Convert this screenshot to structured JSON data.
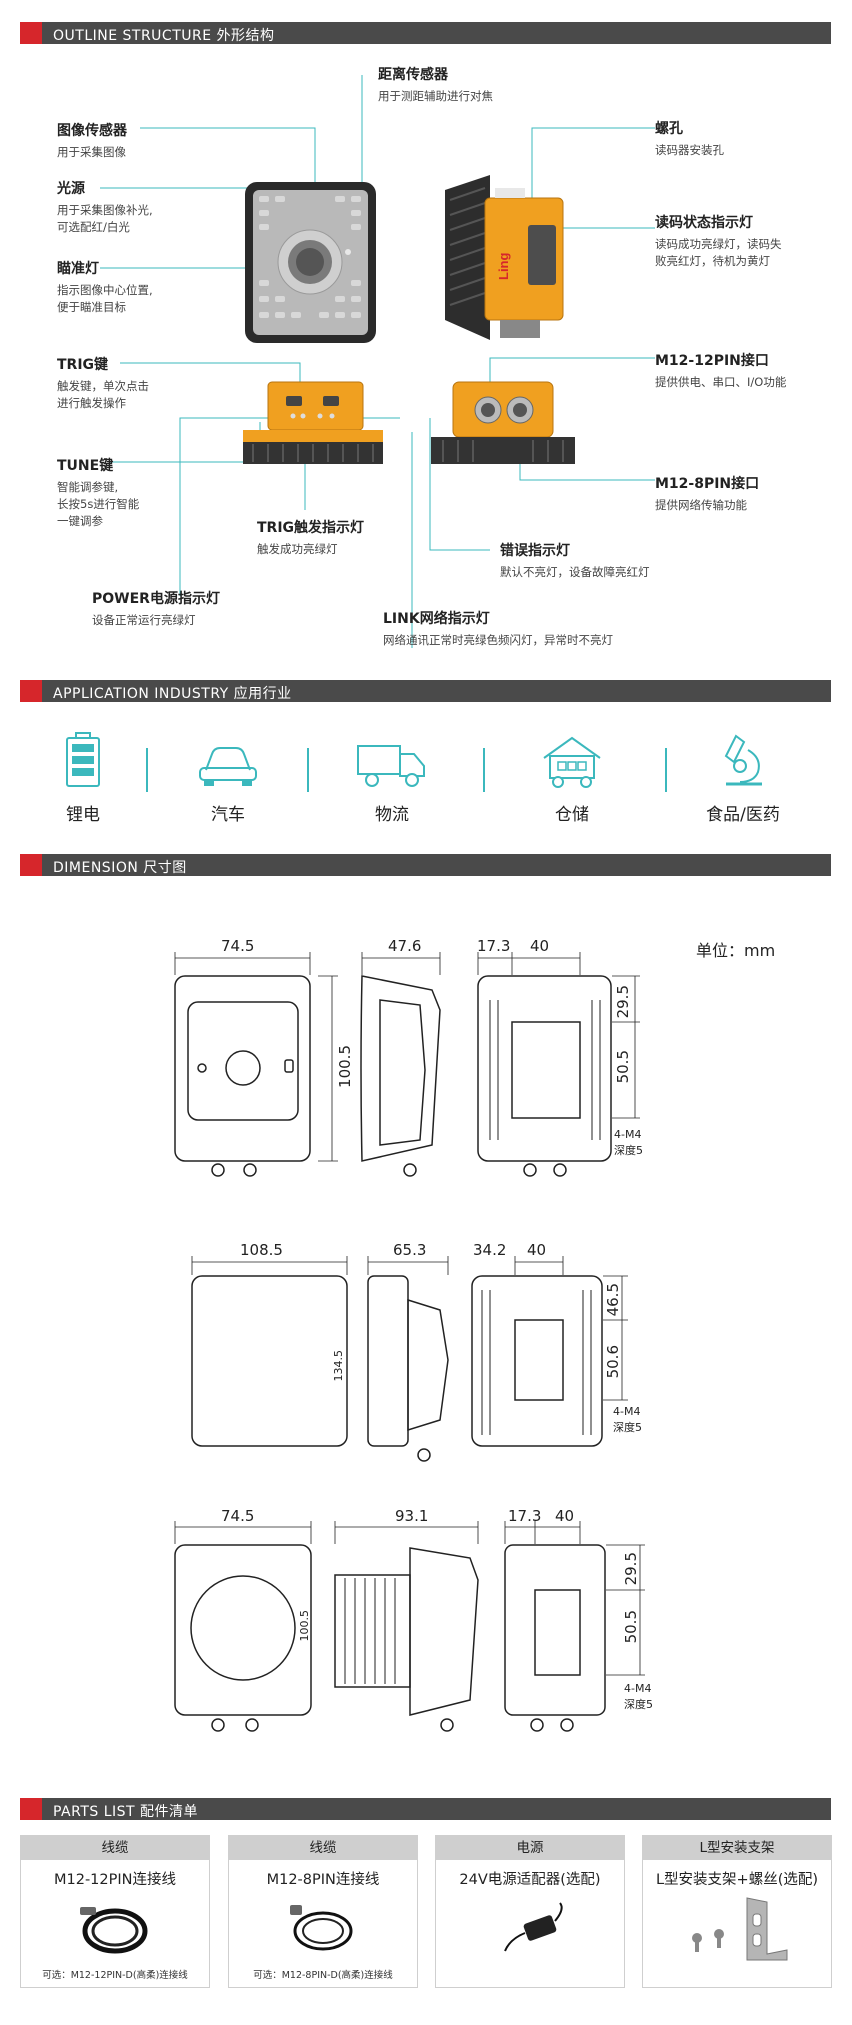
{
  "sections": {
    "outline": "OUTLINE STRUCTURE 外形结构",
    "application": "APPLICATION INDUSTRY 应用行业",
    "dimension": "DIMENSION 尺寸图",
    "parts": "PARTS LIST 配件清单"
  },
  "outline": {
    "distance_sensor": {
      "title": "距离传感器",
      "desc": "用于测距辅助进行对焦"
    },
    "image_sensor": {
      "title": "图像传感器",
      "desc": "用于采集图像"
    },
    "light_source": {
      "title": "光源",
      "desc1": "用于采集图像补光,",
      "desc2": "可选配红/白光"
    },
    "aimer": {
      "title": "瞄准灯",
      "desc1": "指示图像中心位置,",
      "desc2": "便于瞄准目标"
    },
    "screw_hole": {
      "title": "螺孔",
      "desc": "读码器安装孔"
    },
    "status_led": {
      "title": "读码状态指示灯",
      "desc1": "读码成功亮绿灯，读码失",
      "desc2": "败亮红灯，待机为黄灯"
    },
    "trig_key": {
      "title": "TRIG键",
      "desc1": "触发键，单次点击",
      "desc2": "进行触发操作"
    },
    "m12_12pin": {
      "title": "M12-12PIN接口",
      "desc": "提供供电、串口、I/O功能"
    },
    "tune_key": {
      "title": "TUNE键",
      "desc1": "智能调参键,",
      "desc2": "长按5s进行智能",
      "desc3": "一键调参"
    },
    "m12_8pin": {
      "title": "M12-8PIN接口",
      "desc": "提供网络传输功能"
    },
    "trig_led": {
      "title": "TRIG触发指示灯",
      "desc": "触发成功亮绿灯"
    },
    "error_led": {
      "title": "错误指示灯",
      "desc": "默认不亮灯，设备故障亮红灯"
    },
    "power_led": {
      "title": "POWER电源指示灯",
      "desc": "设备正常运行亮绿灯"
    },
    "link_led": {
      "title": "LINK网络指示灯",
      "desc": "网络通讯正常时亮绿色频闪灯，异常时不亮灯"
    },
    "brand_logo": "Ling"
  },
  "industries": [
    {
      "label": "锂电",
      "icon": "battery-icon"
    },
    {
      "label": "汽车",
      "icon": "car-icon"
    },
    {
      "label": "物流",
      "icon": "truck-icon"
    },
    {
      "label": "仓储",
      "icon": "warehouse-icon"
    },
    {
      "label": "食品/医药",
      "icon": "microscope-icon"
    }
  ],
  "dimension": {
    "unit": "单位：mm",
    "row1": {
      "front_w": "74.5",
      "front_h": "100.5",
      "side_w": "47.6",
      "back_a": "17.3",
      "back_b": "40",
      "back_v1": "29.5",
      "back_v2": "50.5",
      "thread": "4-M4",
      "depth": "深度5"
    },
    "row2": {
      "front_w": "108.5",
      "front_h": "134.5",
      "side_w": "65.3",
      "back_a": "34.2",
      "back_b": "40",
      "back_v1": "46.5",
      "back_v2": "50.6",
      "thread": "4-M4",
      "depth": "深度5"
    },
    "row3": {
      "front_w": "74.5",
      "front_h": "100.5",
      "side_w": "93.1",
      "back_a": "17.3",
      "back_b": "40",
      "back_v1": "29.5",
      "back_v2": "50.5",
      "thread": "4-M4",
      "depth": "深度5"
    }
  },
  "parts": [
    {
      "header": "线缆",
      "name": "M12-12PIN连接线",
      "note": "可选：M12-12PIN-D(高柔)连接线",
      "icon": "cable-icon"
    },
    {
      "header": "线缆",
      "name": "M12-8PIN连接线",
      "note": "可选：M12-8PIN-D(高柔)连接线",
      "icon": "cable-icon"
    },
    {
      "header": "电源",
      "name": "24V电源适配器(选配)",
      "note": "",
      "icon": "power-adapter-icon"
    },
    {
      "header": "L型安装支架",
      "name": "L型安装支架+螺丝(选配)",
      "note": "",
      "icon": "bracket-icon"
    }
  ],
  "colors": {
    "accent_red": "#d6262b",
    "bar_gray": "#4a4a4a",
    "teal": "#3bb8bd",
    "device_orange": "#f0a020"
  }
}
